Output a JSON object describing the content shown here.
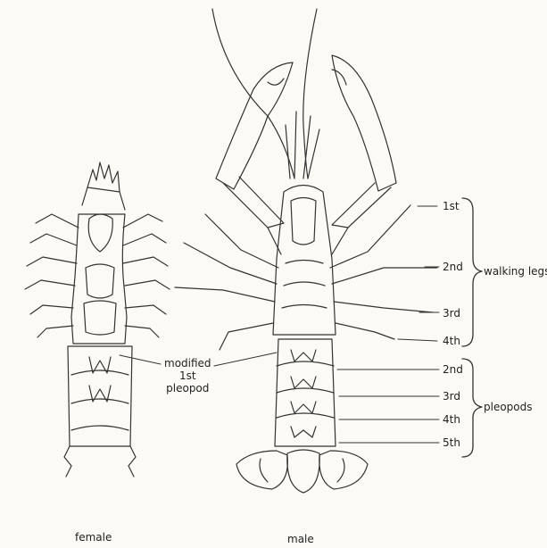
{
  "specimens": {
    "female": "female",
    "male": "male"
  },
  "annotation": {
    "line1": "modified",
    "line2": "1st",
    "line3": "pleopod"
  },
  "walking_legs": {
    "group_label": "walking legs",
    "items": [
      "1st",
      "2nd",
      "3rd",
      "4th"
    ]
  },
  "pleopods": {
    "group_label": "pleopods",
    "items": [
      "2nd",
      "3rd",
      "4th",
      "5th"
    ]
  },
  "colors": {
    "background": "#fbfaf5",
    "ink": "#222222"
  }
}
